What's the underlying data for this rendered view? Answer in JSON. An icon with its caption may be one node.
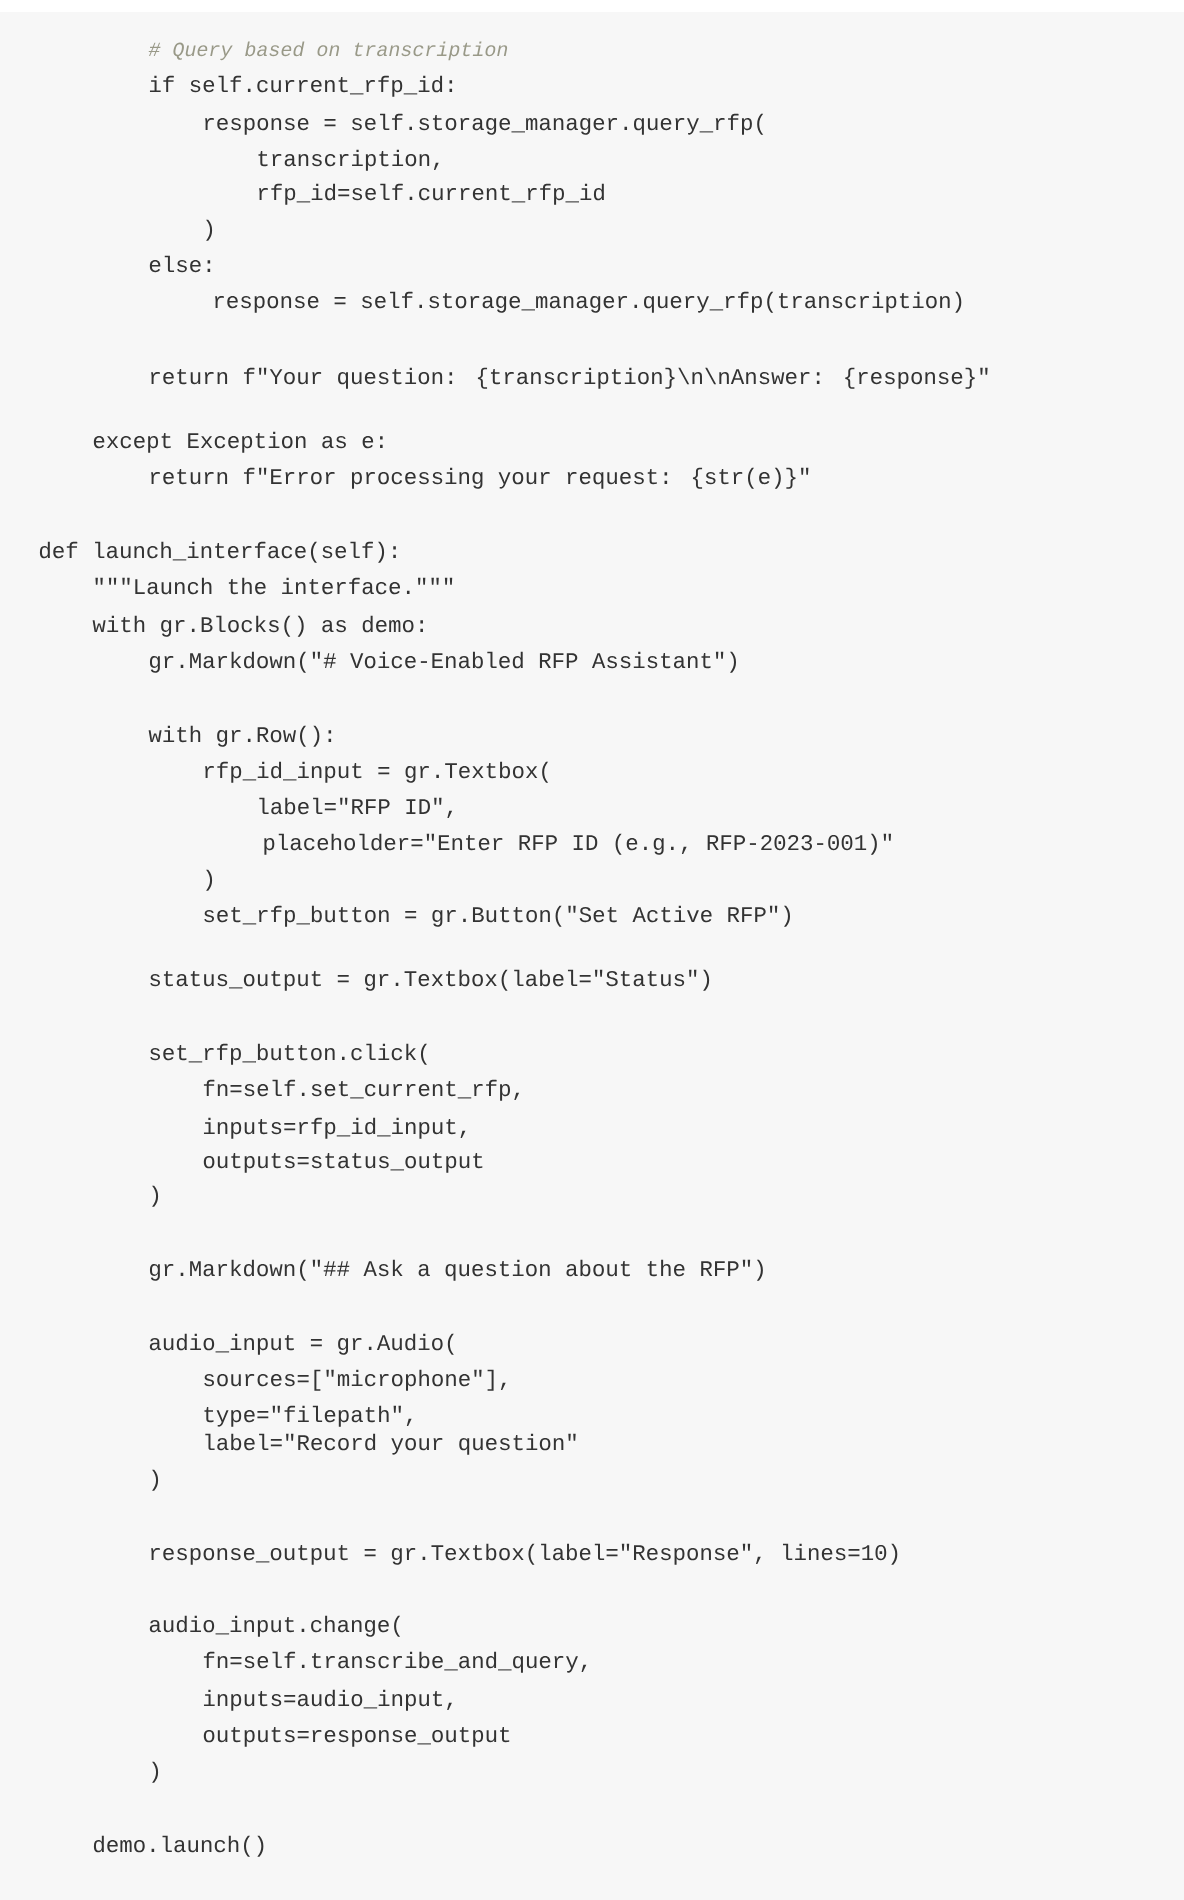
{
  "diagram": {
    "labels": [
      "# Query based on transcription",
      "if self.current_rfp_id:",
      "response = self.storage_manager.query_rfp(",
      "transcription,",
      "rfp_id=self.current_rfp_id",
      ")",
      "else:",
      "response = self.storage_manager.query_rfp(transcription)",
      "return f\"Your question: {transcription}\\n\\nAnswer: {response}\"",
      "except Exception as e:",
      "return f\"Error processing your request: {str(e)}\"",
      "def launch_interface(self):",
      "\"\"\"Launch the interface.\"\"\"",
      "with gr.Blocks() as demo:",
      "gr.Markdown(\"# Voice-Enabled RFP Assistant\")",
      "with gr.Row():",
      "rfp_id_input = gr.Textbox(",
      "label=\"RFP ID\",",
      "placeholder=\"Enter RFP ID (e.g., RFP-2023-001)\"",
      ")",
      "set_rfp_button = gr.Button(\"Set Active RFP\")",
      "status_output = gr.Textbox(label=\"Status\")",
      "set_rfp_button.click(",
      "fn=self.set_current_rfp,",
      "inputs=rfp_id_input,",
      "outputs=status_output",
      ")",
      "gr.Markdown(\"## Ask a question about the RFP\")",
      "audio_input = gr.Audio(",
      "sources=[\"microphone\"],",
      "type=\"filepath\",",
      "label=\"Record your question\"",
      ")",
      "response_output = gr.Textbox(label=\"Response\", lines=10)",
      "audio_input.change(",
      "fn=self.transcribe_and_query,",
      "inputs=audio_input,",
      "outputs=response_output",
      ")",
      "demo.launch()"
    ]
  }
}
